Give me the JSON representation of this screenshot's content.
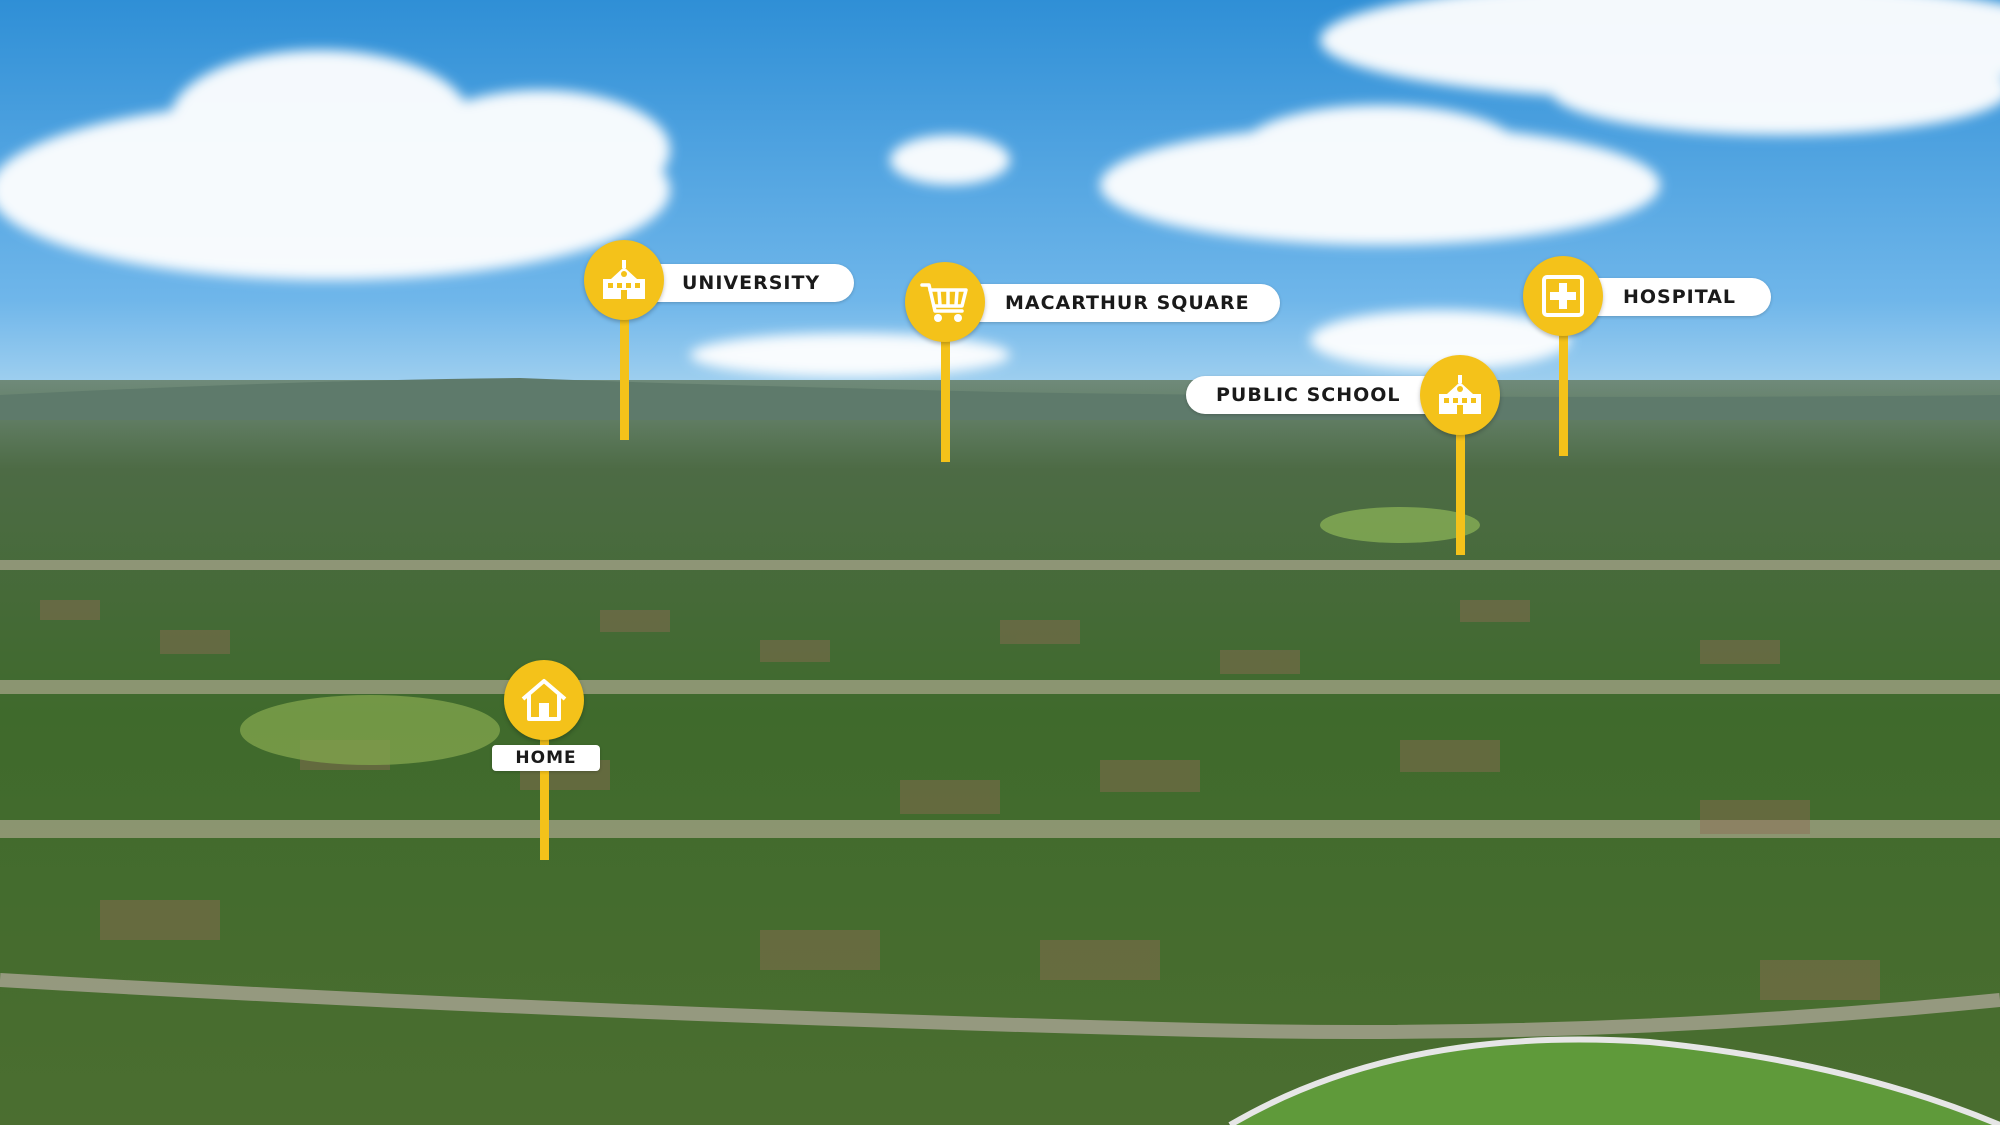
{
  "colors": {
    "pin": "#f4c21a",
    "label_bg": "#ffffff",
    "label_text": "#1a1a1a",
    "sky_top": "#2f8fd6",
    "sky_horizon": "#9fcff0"
  },
  "markers": [
    {
      "id": "university",
      "label": "UNIVERSITY",
      "icon": "school-building-icon"
    },
    {
      "id": "macarthur-square",
      "label": "MACARTHUR SQUARE",
      "icon": "shopping-cart-icon"
    },
    {
      "id": "public-school",
      "label": "PUBLIC SCHOOL",
      "icon": "school-building-icon"
    },
    {
      "id": "hospital",
      "label": "HOSPITAL",
      "icon": "medical-cross-icon"
    },
    {
      "id": "home",
      "label": "HOME",
      "icon": "house-icon"
    }
  ]
}
